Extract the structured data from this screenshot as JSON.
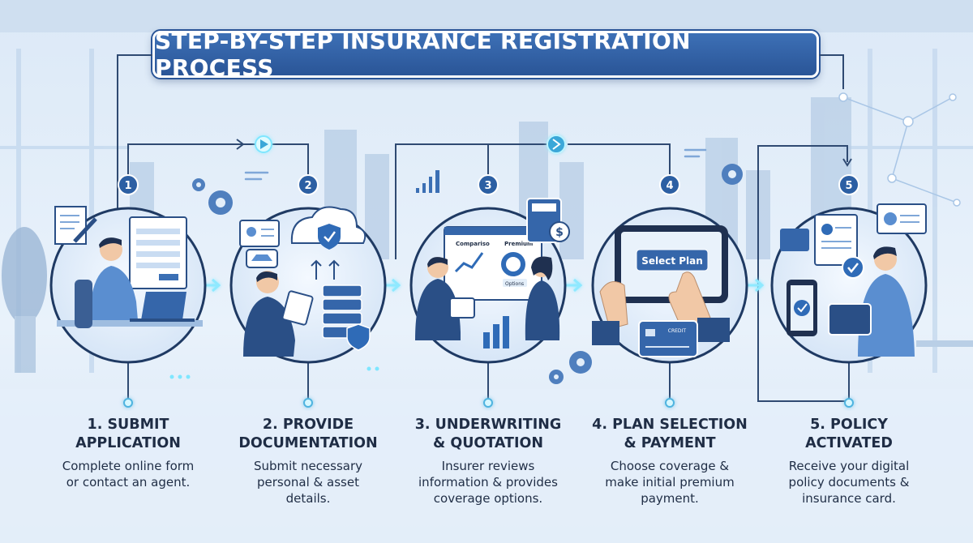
{
  "title": "STEP-BY-STEP INSURANCE REGISTRATION PROCESS",
  "steps": [
    {
      "number": "1",
      "title_line1": "1. SUBMIT",
      "title_line2": "APPLICATION",
      "desc_line1": "Complete online form",
      "desc_line2": "or contact an agent.",
      "desc_line3": ""
    },
    {
      "number": "2",
      "title_line1": "2. PROVIDE",
      "title_line2": "DOCUMENTATION",
      "desc_line1": "Submit necessary",
      "desc_line2": "personal & asset",
      "desc_line3": "details."
    },
    {
      "number": "3",
      "title_line1": "3. UNDERWRITING",
      "title_line2": "& QUOTATION",
      "desc_line1": "Insurer reviews",
      "desc_line2": "information & provides",
      "desc_line3": "coverage options."
    },
    {
      "number": "4",
      "title_line1": "4. PLAN SELECTION",
      "title_line2": "& PAYMENT",
      "desc_line1": "Choose coverage &",
      "desc_line2": "make initial premium",
      "desc_line3": "payment."
    },
    {
      "number": "5",
      "title_line1": "5. POLICY",
      "title_line2": "ACTIVATED",
      "desc_line1": "Receive your digital",
      "desc_line2": "policy documents &",
      "desc_line3": "insurance card."
    }
  ],
  "illustration_labels": {
    "comparison": "Compariso",
    "premium": "Premium",
    "options": "Options",
    "select_plan": "Select Plan",
    "credit": "CREDIT"
  },
  "colors": {
    "accent": "#2a5597",
    "badge": "#2c5fa3",
    "text": "#1f2d45",
    "glow": "#7fe6ff"
  }
}
